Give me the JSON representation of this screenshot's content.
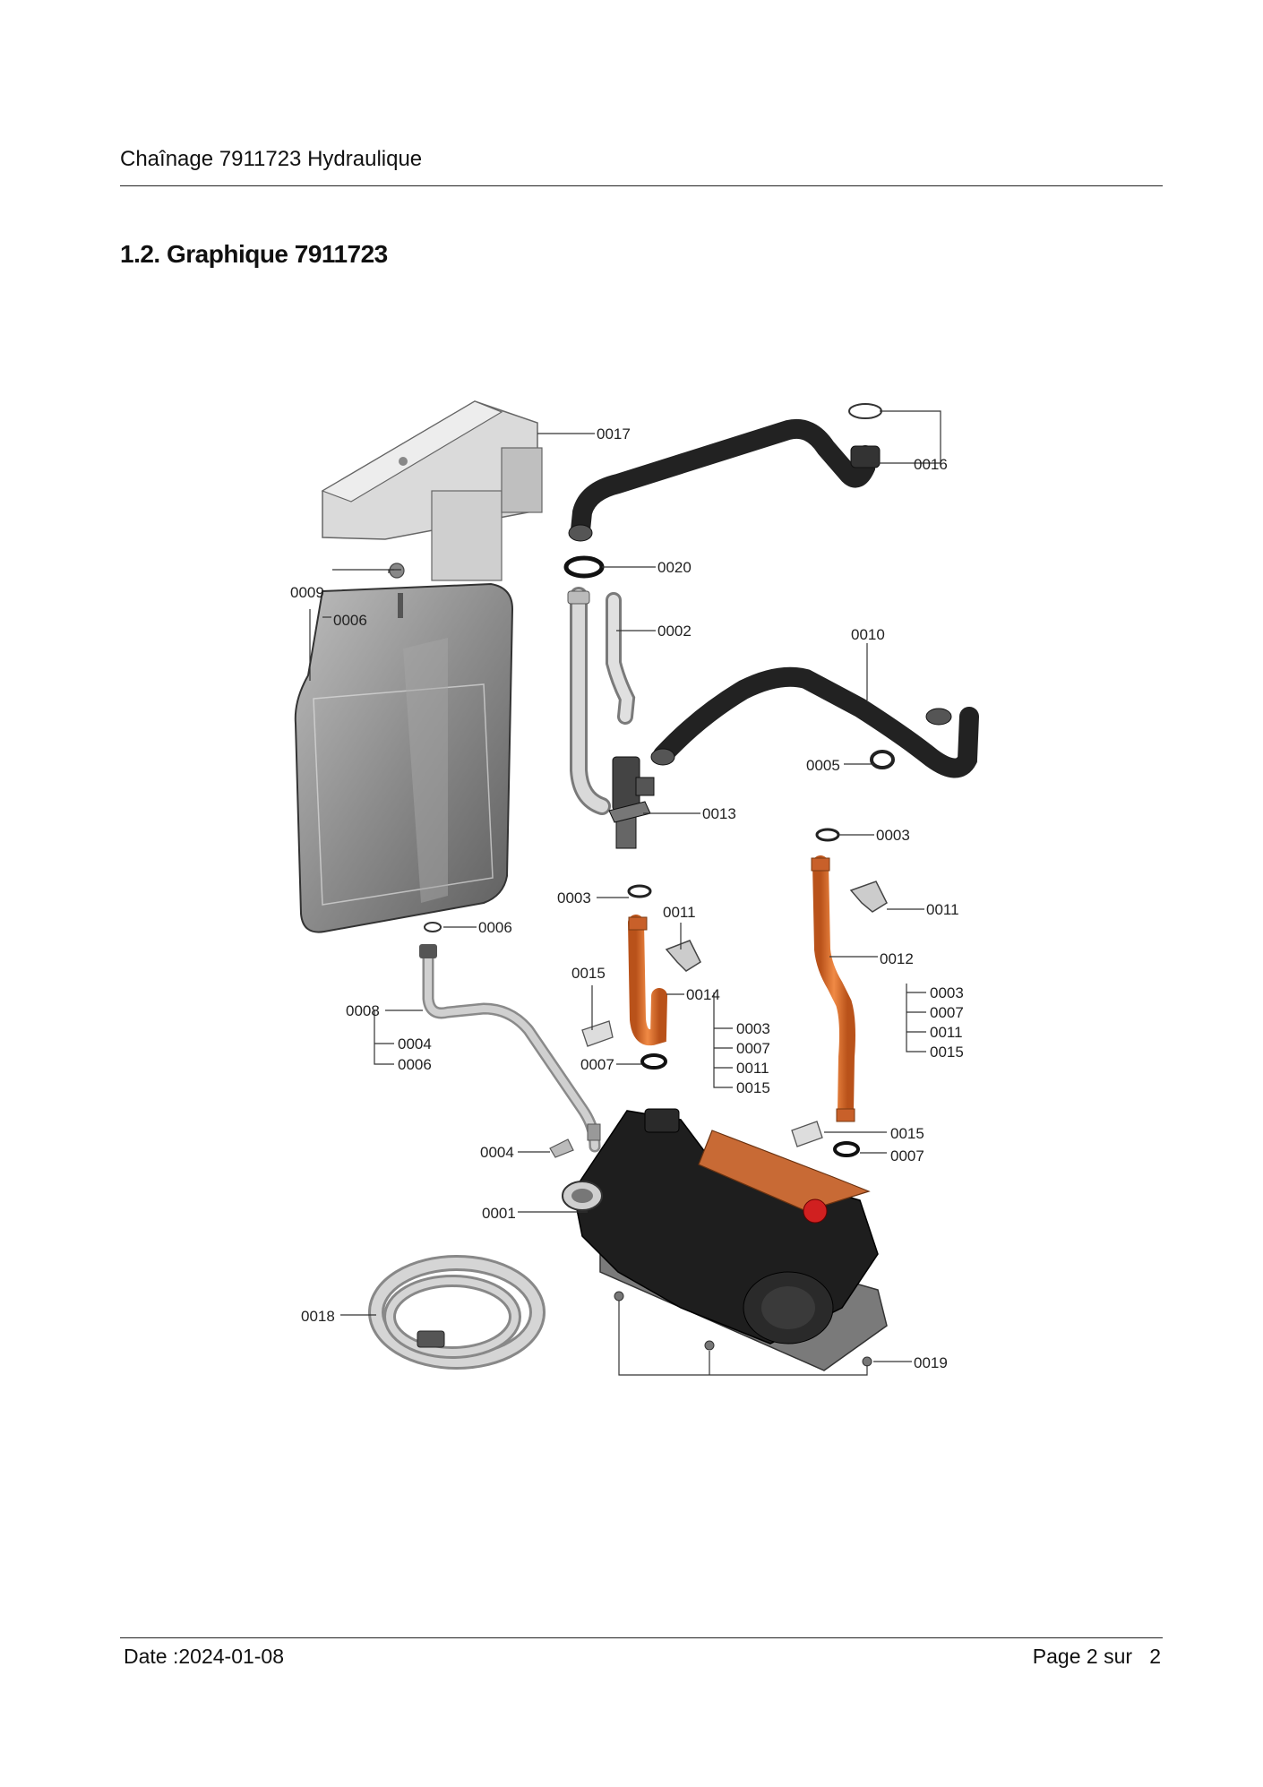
{
  "header": {
    "title": "Chaînage 7911723 Hydraulique"
  },
  "section": {
    "title": "1.2. Graphique 7911723"
  },
  "diagram": {
    "callouts": {
      "p0017": "0017",
      "p0016": "0016",
      "p0020": "0020",
      "p0002": "0002",
      "p0010": "0010",
      "p0009": "0009",
      "p0006_top": "0006",
      "p0005": "0005",
      "p0013": "0013",
      "p0003_right": "0003",
      "p0003_mid": "0003",
      "p0011_mid": "0011",
      "p0011_right": "0011",
      "p0006_bottom": "0006",
      "p0012": "0012",
      "p0015_mid": "0015",
      "p0014": "0014",
      "p0008": "0008",
      "p0004_sub": "0004",
      "p0006_sub": "0006",
      "p0007_mid": "0007",
      "p0015_right": "0015",
      "p0007_right": "0007",
      "p0004": "0004",
      "p0001": "0001",
      "p0018": "0018",
      "p0019": "0019"
    },
    "sub_list_0014": [
      "0003",
      "0007",
      "0011",
      "0015"
    ],
    "sub_list_0012": [
      "0003",
      "0007",
      "0011",
      "0015"
    ],
    "colors": {
      "copper": "#d9702e",
      "hose": "#2a2a2a",
      "tank": "#8e8e8e",
      "bracket": "#d8d8d8",
      "pipe": "#c8c8c8",
      "pump_body": "#1c1c1c",
      "pump_cover": "#c86a35",
      "red_cap": "#d02020"
    }
  },
  "footer": {
    "date": "Date :2024-01-08",
    "page": "Page 2 sur   2"
  }
}
